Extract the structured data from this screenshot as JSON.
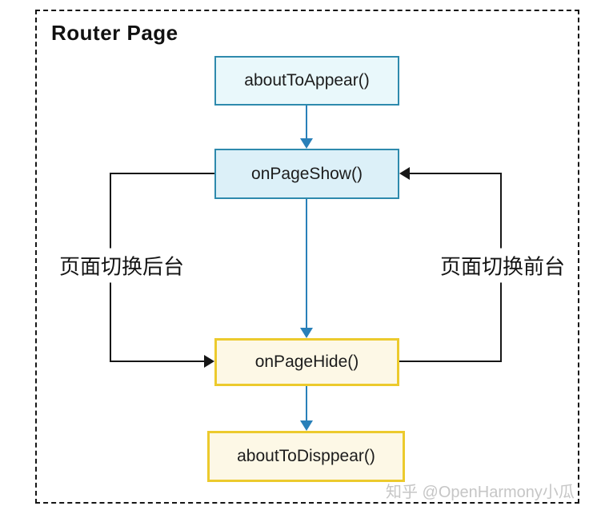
{
  "diagram": {
    "title": "Router Page",
    "nodes": [
      {
        "id": "about-to-appear",
        "label": "aboutToAppear()"
      },
      {
        "id": "on-page-show",
        "label": "onPageShow()"
      },
      {
        "id": "on-page-hide",
        "label": "onPageHide()"
      },
      {
        "id": "about-to-disppear",
        "label": "aboutToDisppear()"
      }
    ],
    "edges": [
      {
        "from": "about-to-appear",
        "to": "on-page-show",
        "style": "blue-arrow"
      },
      {
        "from": "on-page-show",
        "to": "on-page-hide",
        "style": "blue-arrow"
      },
      {
        "from": "on-page-hide",
        "to": "about-to-disppear",
        "style": "blue-arrow"
      },
      {
        "from": "on-page-show",
        "to": "on-page-hide",
        "style": "black-loop-left",
        "label": "页面切换后台"
      },
      {
        "from": "on-page-hide",
        "to": "on-page-show",
        "style": "black-loop-right",
        "label": "页面切换前台"
      }
    ],
    "edge_labels": {
      "left": "页面切换后台",
      "right": "页面切换前台"
    }
  },
  "watermark": "知乎 @OpenHarmony小瓜",
  "colors": {
    "blue_node_border": "#2e8aad",
    "blue_node_fill_light": "#e9f8fb",
    "blue_node_fill": "#dcf0f8",
    "gold_node_border": "#ecca2d",
    "gold_node_fill": "#fdf8e6",
    "arrow_blue": "#2980b9",
    "line_black": "#161616",
    "watermark_gray": "#c6c6c6",
    "background": "#ffffff"
  }
}
